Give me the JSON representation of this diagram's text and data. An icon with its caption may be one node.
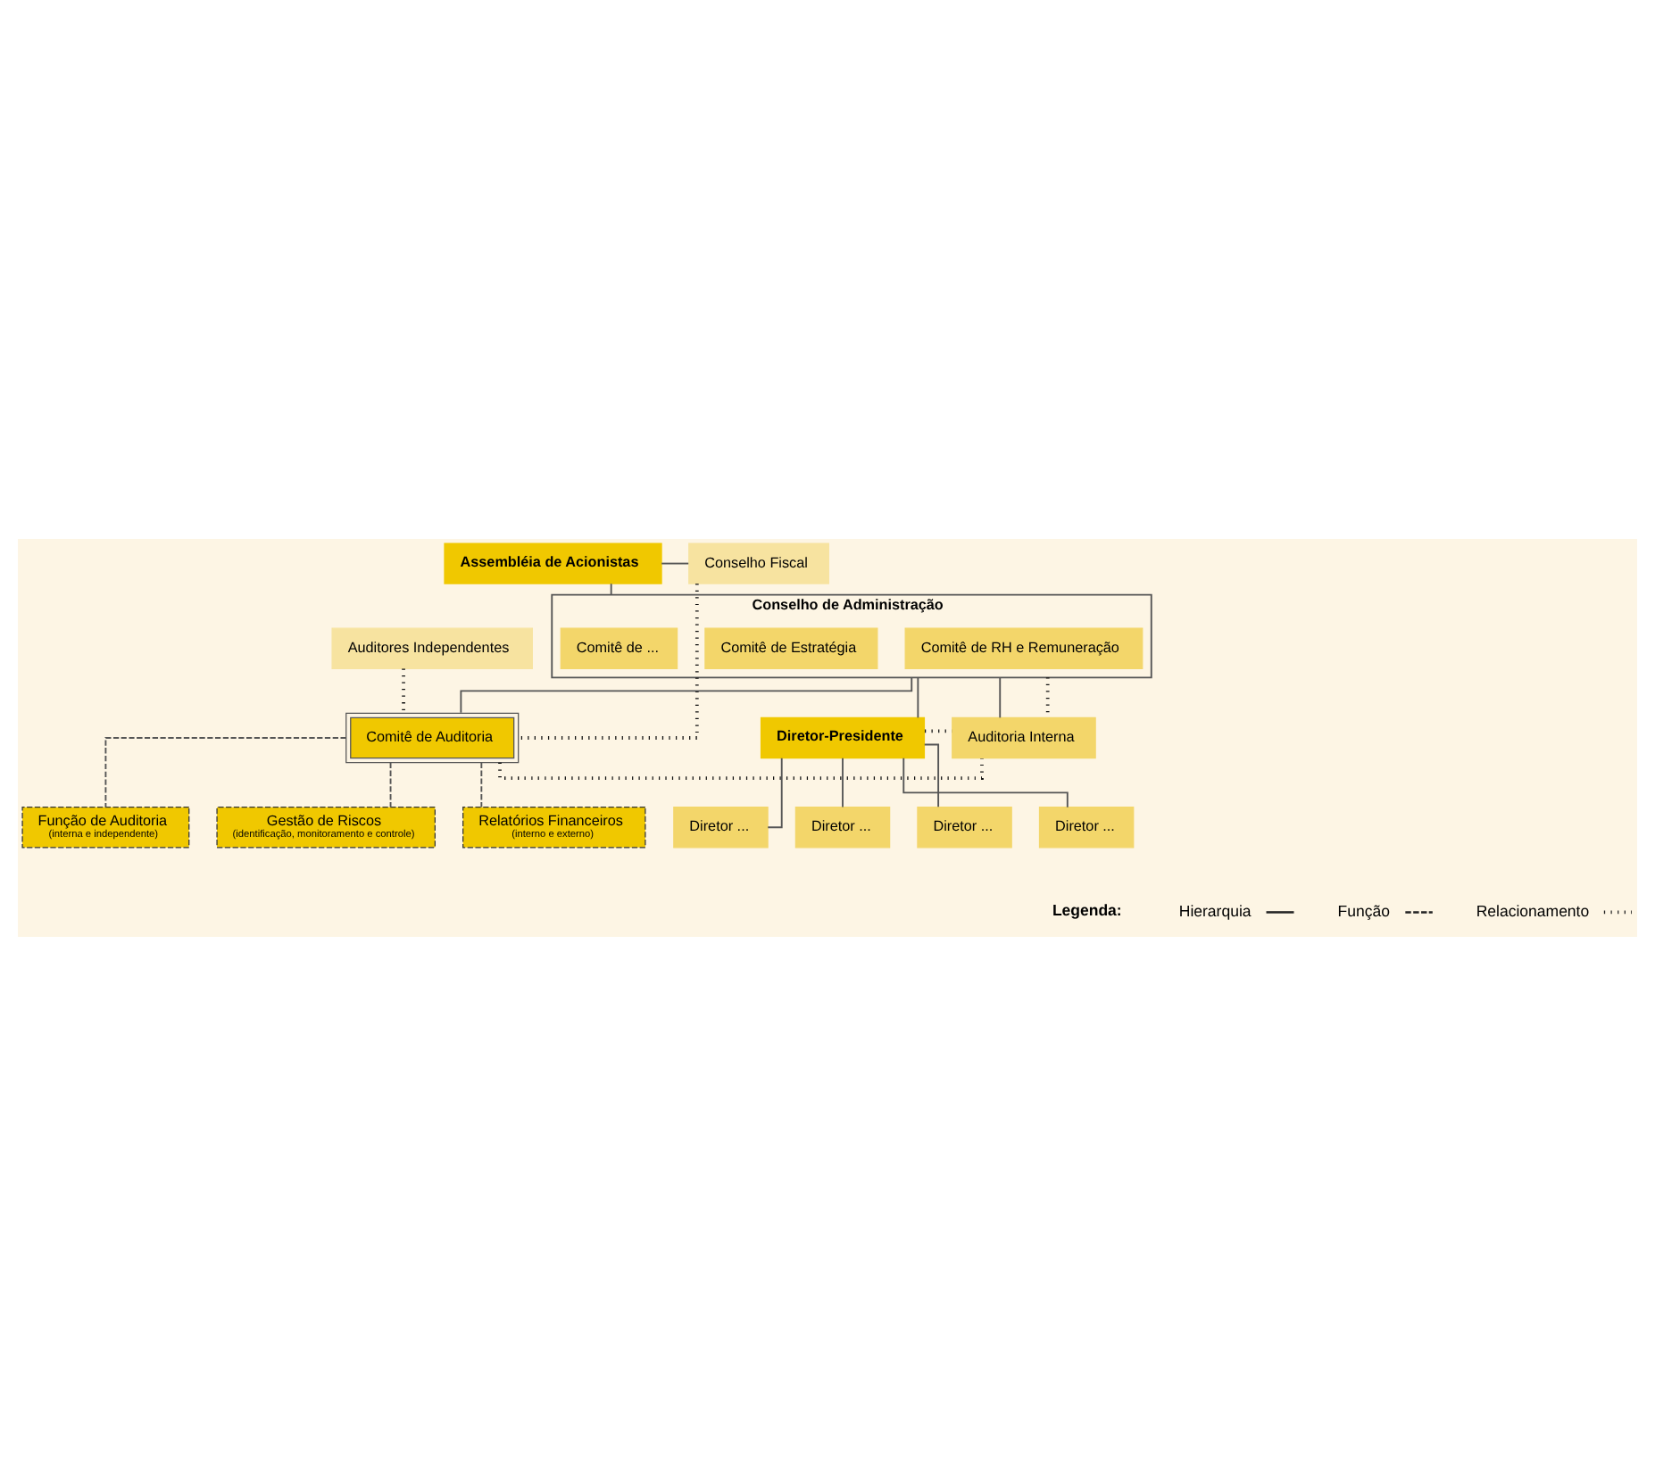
{
  "diagram": {
    "nodes": [
      {
        "text": [
          "Assembléia de Acionistas"
        ]
      },
      {
        "text": [
          "Conselho Fiscal"
        ]
      },
      {
        "text": [
          "Conselho de Administração"
        ]
      },
      {
        "text": [
          "Comitê de RH e Remuneração"
        ],
        "in": 2
      },
      {
        "text": [
          "Comitê de Estratégia"
        ],
        "in": 2
      },
      {
        "text": [
          "Comitê de ..."
        ],
        "in": 2
      },
      {
        "text": [
          "Auditores Independentes"
        ]
      },
      {
        "text": [
          "Comitê de Auditoria"
        ]
      },
      {
        "text": [
          "Diretor-Presidente"
        ]
      },
      {
        "text": [
          "Auditoria Interna"
        ]
      },
      {
        "text": [
          "Função de Auditoria",
          "(interna e independente)"
        ]
      },
      {
        "text": [
          "Gestão de Riscos",
          "(identificação, monitoramento e controle)"
        ]
      },
      {
        "text": [
          "Relatórios Financeiros",
          "(interno e externo)"
        ]
      },
      {
        "text": [
          "Diretor ..."
        ]
      },
      {
        "text": [
          "Diretor ..."
        ]
      },
      {
        "text": [
          "Diretor ..."
        ]
      },
      {
        "text": [
          "Diretor ..."
        ]
      }
    ],
    "edges": [
      {
        "from": 0,
        "to": 1,
        "arrow": "none"
      },
      {
        "from": 0,
        "to": 2,
        "arrow": "none"
      },
      {
        "from": 2,
        "to": 7,
        "arrow": "none"
      },
      {
        "from": 2,
        "to": 8,
        "arrow": "none"
      },
      {
        "from": 2,
        "to": 9,
        "arrow": "none"
      },
      {
        "from": 2,
        "to": 9,
        "arrow": "none",
        "style": "dashed",
        "color": "#111111"
      },
      {
        "from": 1,
        "to": 7,
        "arrow": "none",
        "style": "dashed",
        "color": "#111111"
      },
      {
        "from": 6,
        "to": 7,
        "arrow": "none",
        "style": "dashed",
        "color": "#111111"
      },
      {
        "from": 7,
        "to": 9,
        "arrow": "none",
        "style": "dashed",
        "color": "#111111"
      },
      {
        "from": 8,
        "to": 9,
        "arrow": "none",
        "style": "dashed",
        "color": "#111111"
      },
      {
        "from": 7,
        "to": 10,
        "arrow": "none",
        "style": "dashed"
      },
      {
        "from": 7,
        "to": 11,
        "arrow": "none",
        "style": "dashed"
      },
      {
        "from": 7,
        "to": 12,
        "arrow": "none",
        "style": "dashed"
      },
      {
        "from": 8,
        "to": 13,
        "arrow": "none"
      },
      {
        "from": 8,
        "to": 14,
        "arrow": "none"
      },
      {
        "from": 8,
        "to": 15,
        "arrow": "none"
      },
      {
        "from": 8,
        "to": 16,
        "arrow": "none"
      }
    ],
    "labels": [
      "Legenda:"
    ],
    "legend": [
      {
        "text": "Hierarquia"
      },
      {
        "text": "Função"
      },
      {
        "text": "Relacionamento"
      }
    ]
  }
}
